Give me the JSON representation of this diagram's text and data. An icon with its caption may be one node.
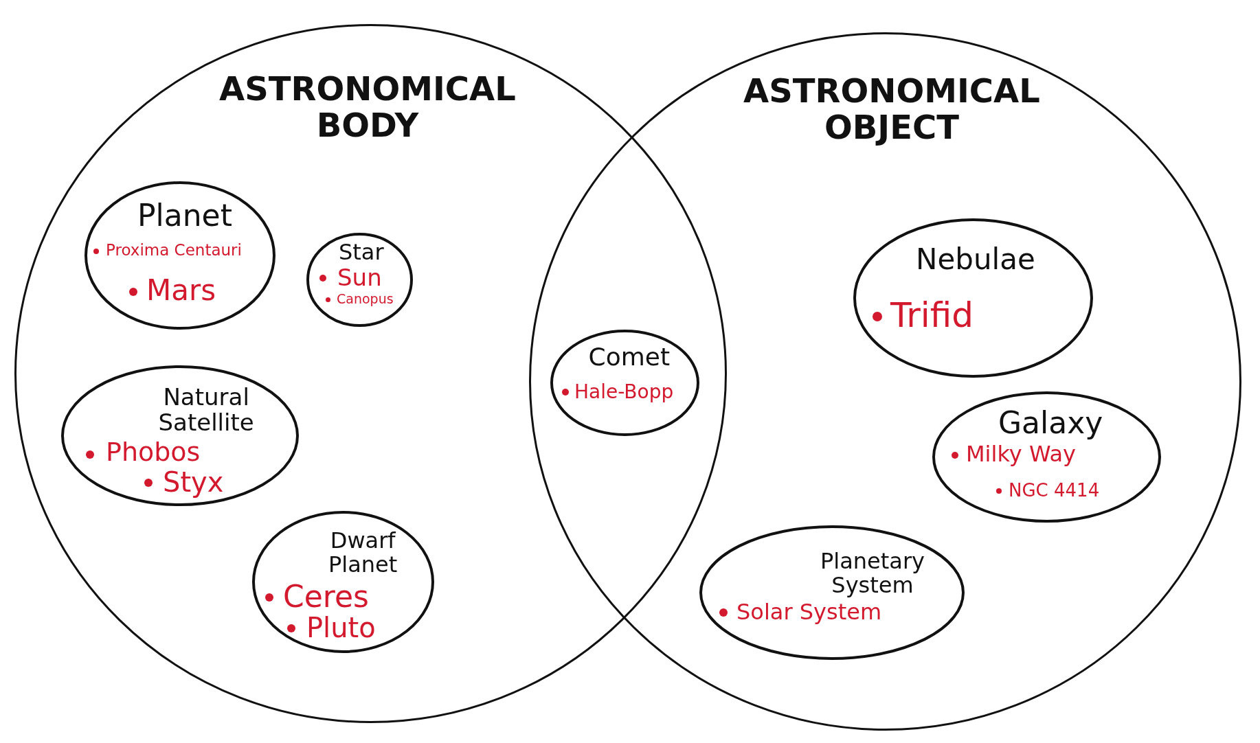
{
  "diagram": {
    "nodes": [
      {
        "text": [
          "ASTRONOMICAL BODY"
        ]
      },
      {
        "text": [
          "ASTRONOMICAL OBJECT"
        ]
      },
      {
        "text": [
          "Planet",
          "Proxima Centauri",
          "Mars"
        ],
        "in": 0
      },
      {
        "text": [
          "Star",
          "Sun",
          "Canopus"
        ],
        "in": 0
      },
      {
        "text": [
          "Natural Satellite",
          "Phobos",
          "Styx"
        ],
        "in": 0
      },
      {
        "text": [
          "Dwarf Planet",
          "Ceres",
          "Pluto"
        ],
        "in": 0
      },
      {
        "text": [
          "Comet",
          "Hale-Bopp"
        ]
      },
      {
        "text": [
          "Nebulae",
          "Trifid"
        ],
        "in": 1
      },
      {
        "text": [
          "Galaxy",
          "Milky Way",
          "NGC 4414"
        ],
        "in": 1
      },
      {
        "text": [
          "Planetary System",
          "Solar System"
        ],
        "in": 1
      }
    ]
  }
}
